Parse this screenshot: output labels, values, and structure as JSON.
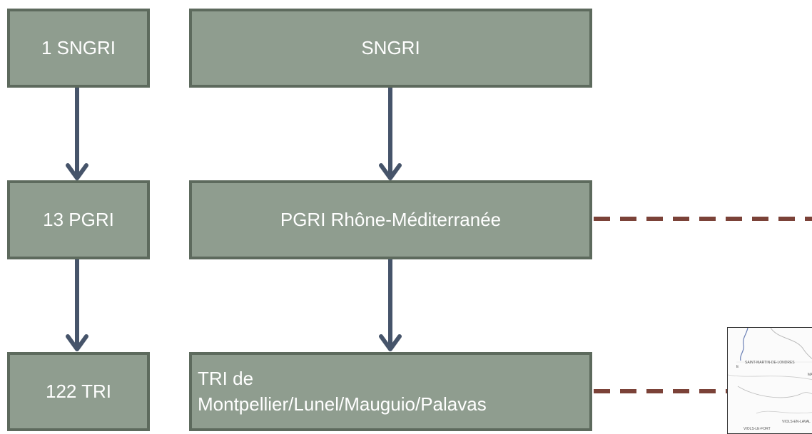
{
  "left_column": [
    "1 SNGRI",
    "13 PGRI",
    "122 TRI"
  ],
  "right_column": {
    "national": "SNGRI",
    "district": "PGRI Rhône-Méditerranée",
    "territory_line1": "TRI de",
    "territory_line2": "Montpellier/Lunel/Mauguio/Palavas"
  },
  "map": {
    "labels": [
      "SAINT-MARTIN-DE-LONDRES",
      "VIOLS-EN-LAVAL",
      "VIOLS-LE-FORT",
      "E",
      "MA"
    ]
  },
  "colors": {
    "box_fill": "#8f9d8f",
    "box_border": "#5d6a5d",
    "arrow": "#46546a",
    "dashed_link": "#7b4238"
  }
}
